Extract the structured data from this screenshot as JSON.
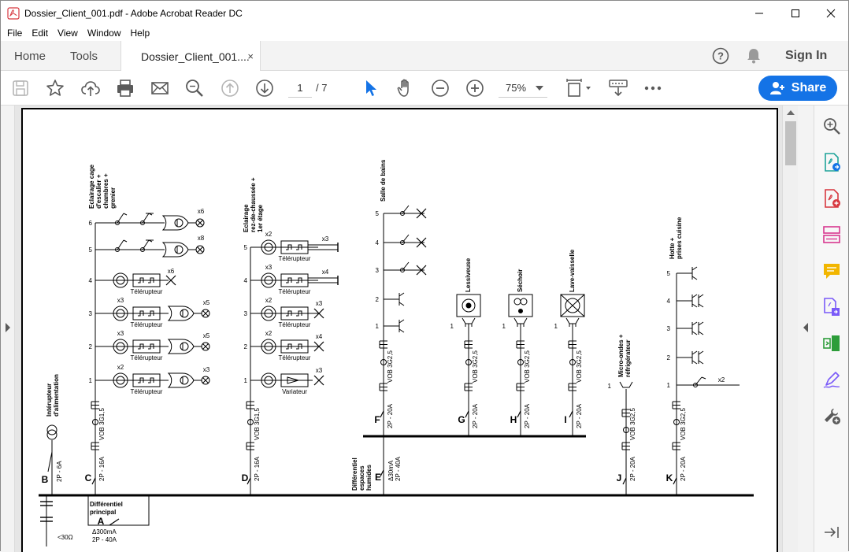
{
  "window": {
    "title": "Dossier_Client_001.pdf - Adobe Acrobat Reader DC",
    "minimize": "—",
    "maximize": "☐",
    "close": "✕"
  },
  "menu": {
    "items": [
      "File",
      "Edit",
      "View",
      "Window",
      "Help"
    ]
  },
  "tabs": {
    "home": "Home",
    "tools": "Tools",
    "document": "Dossier_Client_001....",
    "document_close": "×",
    "sign_in": "Sign In"
  },
  "toolbar": {
    "page_current": "1",
    "page_total": "/ 7",
    "zoom": "75%",
    "share_label": "Share"
  },
  "colors": {
    "accent": "#1473e6",
    "icon_gray": "#5a5a5a",
    "pdf_red": "#d7373f"
  },
  "diagram": {
    "circuits": {
      "A": {
        "letter": "A",
        "label1": "Différentiel",
        "label2": "principal",
        "rating1": "Δ300mA",
        "rating2": "2P - 40A"
      },
      "B": {
        "letter": "B",
        "breaker": "2P - 6A",
        "desc1": "Intérupteur",
        "desc2": "d'alimentation"
      },
      "C": {
        "letter": "C",
        "breaker": "2P - 16A",
        "cable": "VOB 3G1,5",
        "desc": [
          "Eclairage cage",
          "d'escalier +",
          "chambres +",
          "grenier"
        ]
      },
      "D": {
        "letter": "D",
        "breaker": "2P - 16A",
        "cable": "VOB 3G1,5",
        "desc": [
          "Eclairage",
          "rez-de-chaussée +",
          "1er étage"
        ]
      },
      "E": {
        "letter": "E",
        "rating1": "Δ30mA",
        "rating2": "2P - 40A",
        "desc": [
          "Différentiel",
          "espaces",
          "humides"
        ]
      },
      "F": {
        "letter": "F",
        "breaker": "2P - 20A",
        "cable": "VOB 3G2,5",
        "desc": "Salle de bains"
      },
      "G": {
        "letter": "G",
        "breaker": "2P - 20A",
        "cable": "VOB 3G2,5",
        "desc": "Lessiveuse"
      },
      "H": {
        "letter": "H",
        "breaker": "2P - 20A",
        "cable": "VOB 3G2,5",
        "desc": "Séchoir"
      },
      "I": {
        "letter": "I",
        "breaker": "2P - 20A",
        "cable": "VOB 3G2,5",
        "desc": "Lave-vaisselle"
      },
      "J": {
        "letter": "J",
        "breaker": "2P - 20A",
        "cable": "VOB 3G2,5",
        "desc": [
          "Micro-ondes +",
          "réfrigérateur"
        ]
      },
      "K": {
        "letter": "K",
        "breaker": "2P - 20A",
        "cable": "VOB 3G2,5",
        "desc": [
          "Hotte +",
          "prises cuisine"
        ]
      }
    },
    "ground": "<30Ω",
    "telerupteur": "Télérupteur",
    "variateur": "Variateur",
    "levels": [
      "1",
      "2",
      "3",
      "4",
      "5",
      "6"
    ],
    "mult": {
      "c6": "x6",
      "c5": "x8",
      "c4": "x6",
      "c3a": "x3",
      "c3b": "x5",
      "c2a": "x3",
      "c2b": "x5",
      "c1a": "x2",
      "c1b": "x3",
      "d5a": "x2",
      "d5b": "x3",
      "d4a": "x3",
      "d4b": "x4",
      "d3a": "x2",
      "d3b": "x3",
      "d2a": "x2",
      "d2b": "x4",
      "d1b": "x3",
      "k1": "x2"
    }
  }
}
